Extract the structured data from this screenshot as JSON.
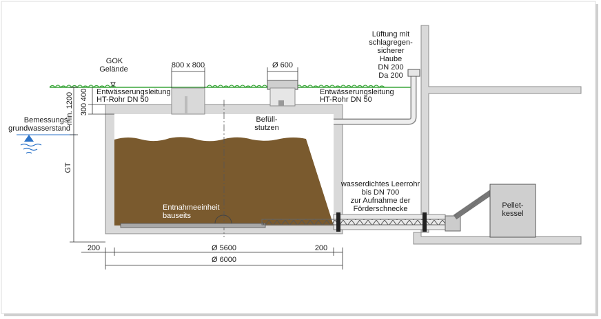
{
  "labels": {
    "gok": "GOK",
    "gelaende": "Gelände",
    "entwaesserung_left_1": "Entwässerungsleitung",
    "entwaesserung_left_2": "HT-Rohr DN 50",
    "entwaesserung_right_1": "Entwässerungsleitung",
    "entwaesserung_right_2": "HT-Rohr DN 50",
    "bemessung_1": "Bemessungs-",
    "bemessung_2": "grundwasserstand",
    "manhole_left": "800 x 800",
    "manhole_right": "Ø 600",
    "befuell_1": "Befüll-",
    "befuell_2": "stutzen",
    "lueftung": [
      "Lüftung mit",
      "schlagregen-",
      "sicherer",
      "Haube",
      "DN 200",
      "Da 200"
    ],
    "leerrohr": [
      "wasserdichtes Leerrohr",
      "bis DN 700",
      "zur Aufnahme der",
      "Förderschnecke"
    ],
    "entnahme_1": "Entnahmeeinheit",
    "entnahme_2": "bauseits",
    "pellet_1": "Pellet-",
    "pellet_2": "kessel"
  },
  "dimensions": {
    "min_1200": "min. 1200",
    "d400": "400",
    "d300": "300",
    "gt": "GT",
    "w200_left": "200",
    "w200_right": "200",
    "d5600": "Ø 5600",
    "d6000": "Ø 6000"
  },
  "colors": {
    "ground_grass": "#3aa53a",
    "pellet_fill": "#7a5a2e",
    "concrete": "#d9d9d9",
    "concrete_edge": "#8c8c8c",
    "water": "#2a72c8",
    "tank_inside": "#ffffff"
  }
}
